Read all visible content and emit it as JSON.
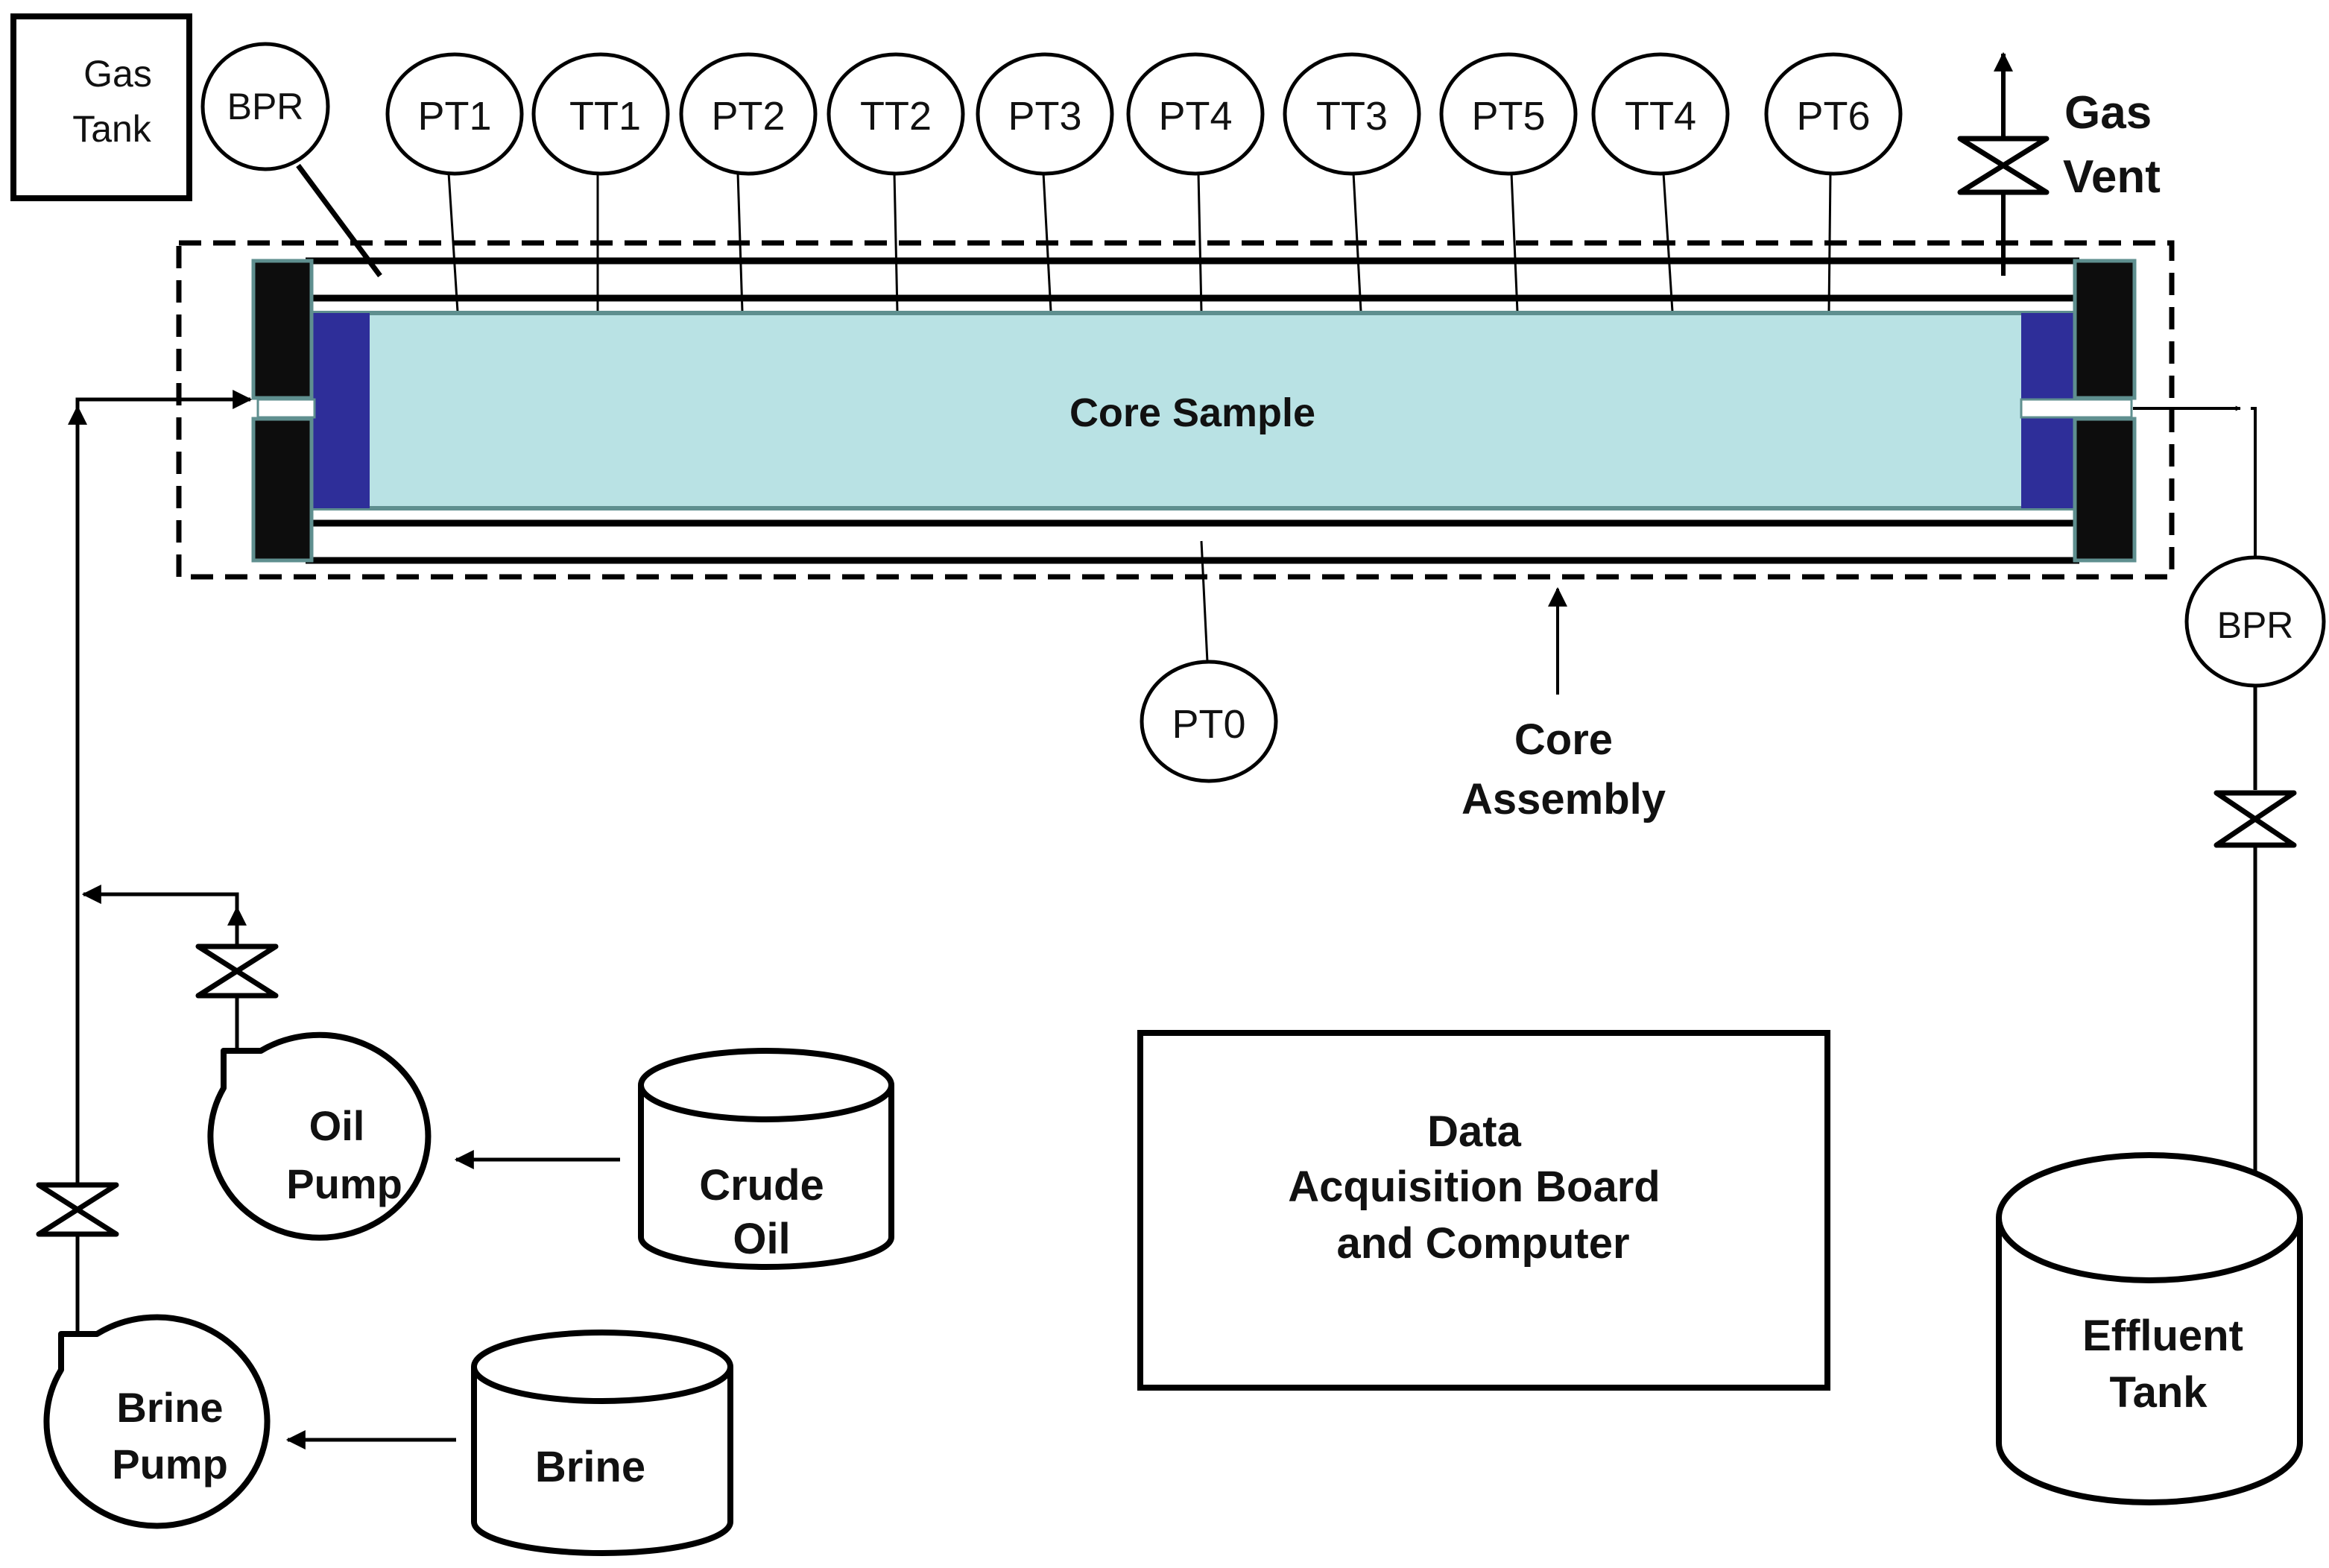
{
  "colors": {
    "core_fill": "#b9e2e4",
    "end_plug": "#2e2e99",
    "end_cap": "#0d0d0d",
    "outline": "#5f8f8f",
    "stroke": "#000000"
  },
  "labels": {
    "gas_tank": [
      "Gas",
      "Tank"
    ],
    "bpr_top": "BPR",
    "bpr_right": "BPR",
    "sensors_top": [
      "PT1",
      "TT1",
      "PT2",
      "TT2",
      "PT3",
      "PT4",
      "TT3",
      "PT5",
      "TT4",
      "PT6"
    ],
    "sensor_bottom": "PT0",
    "gas_vent": [
      "Gas",
      "Vent"
    ],
    "core_sample": "Core Sample",
    "core_assembly": [
      "Core",
      "Assembly"
    ],
    "oil_pump": [
      "Oil",
      "Pump"
    ],
    "crude_oil": [
      "Crude",
      "Oil"
    ],
    "brine_pump": [
      "Brine",
      "Pump"
    ],
    "brine": "Brine",
    "daq": [
      "Data",
      "Acquisition Board",
      "and Computer"
    ],
    "effluent_tank": [
      "Effluent",
      "Tank"
    ]
  },
  "icons": {
    "valve": "valve-icon",
    "pump": "pump-icon",
    "tank": "cylinder-tank-icon",
    "gauge": "gauge-circle-icon"
  }
}
